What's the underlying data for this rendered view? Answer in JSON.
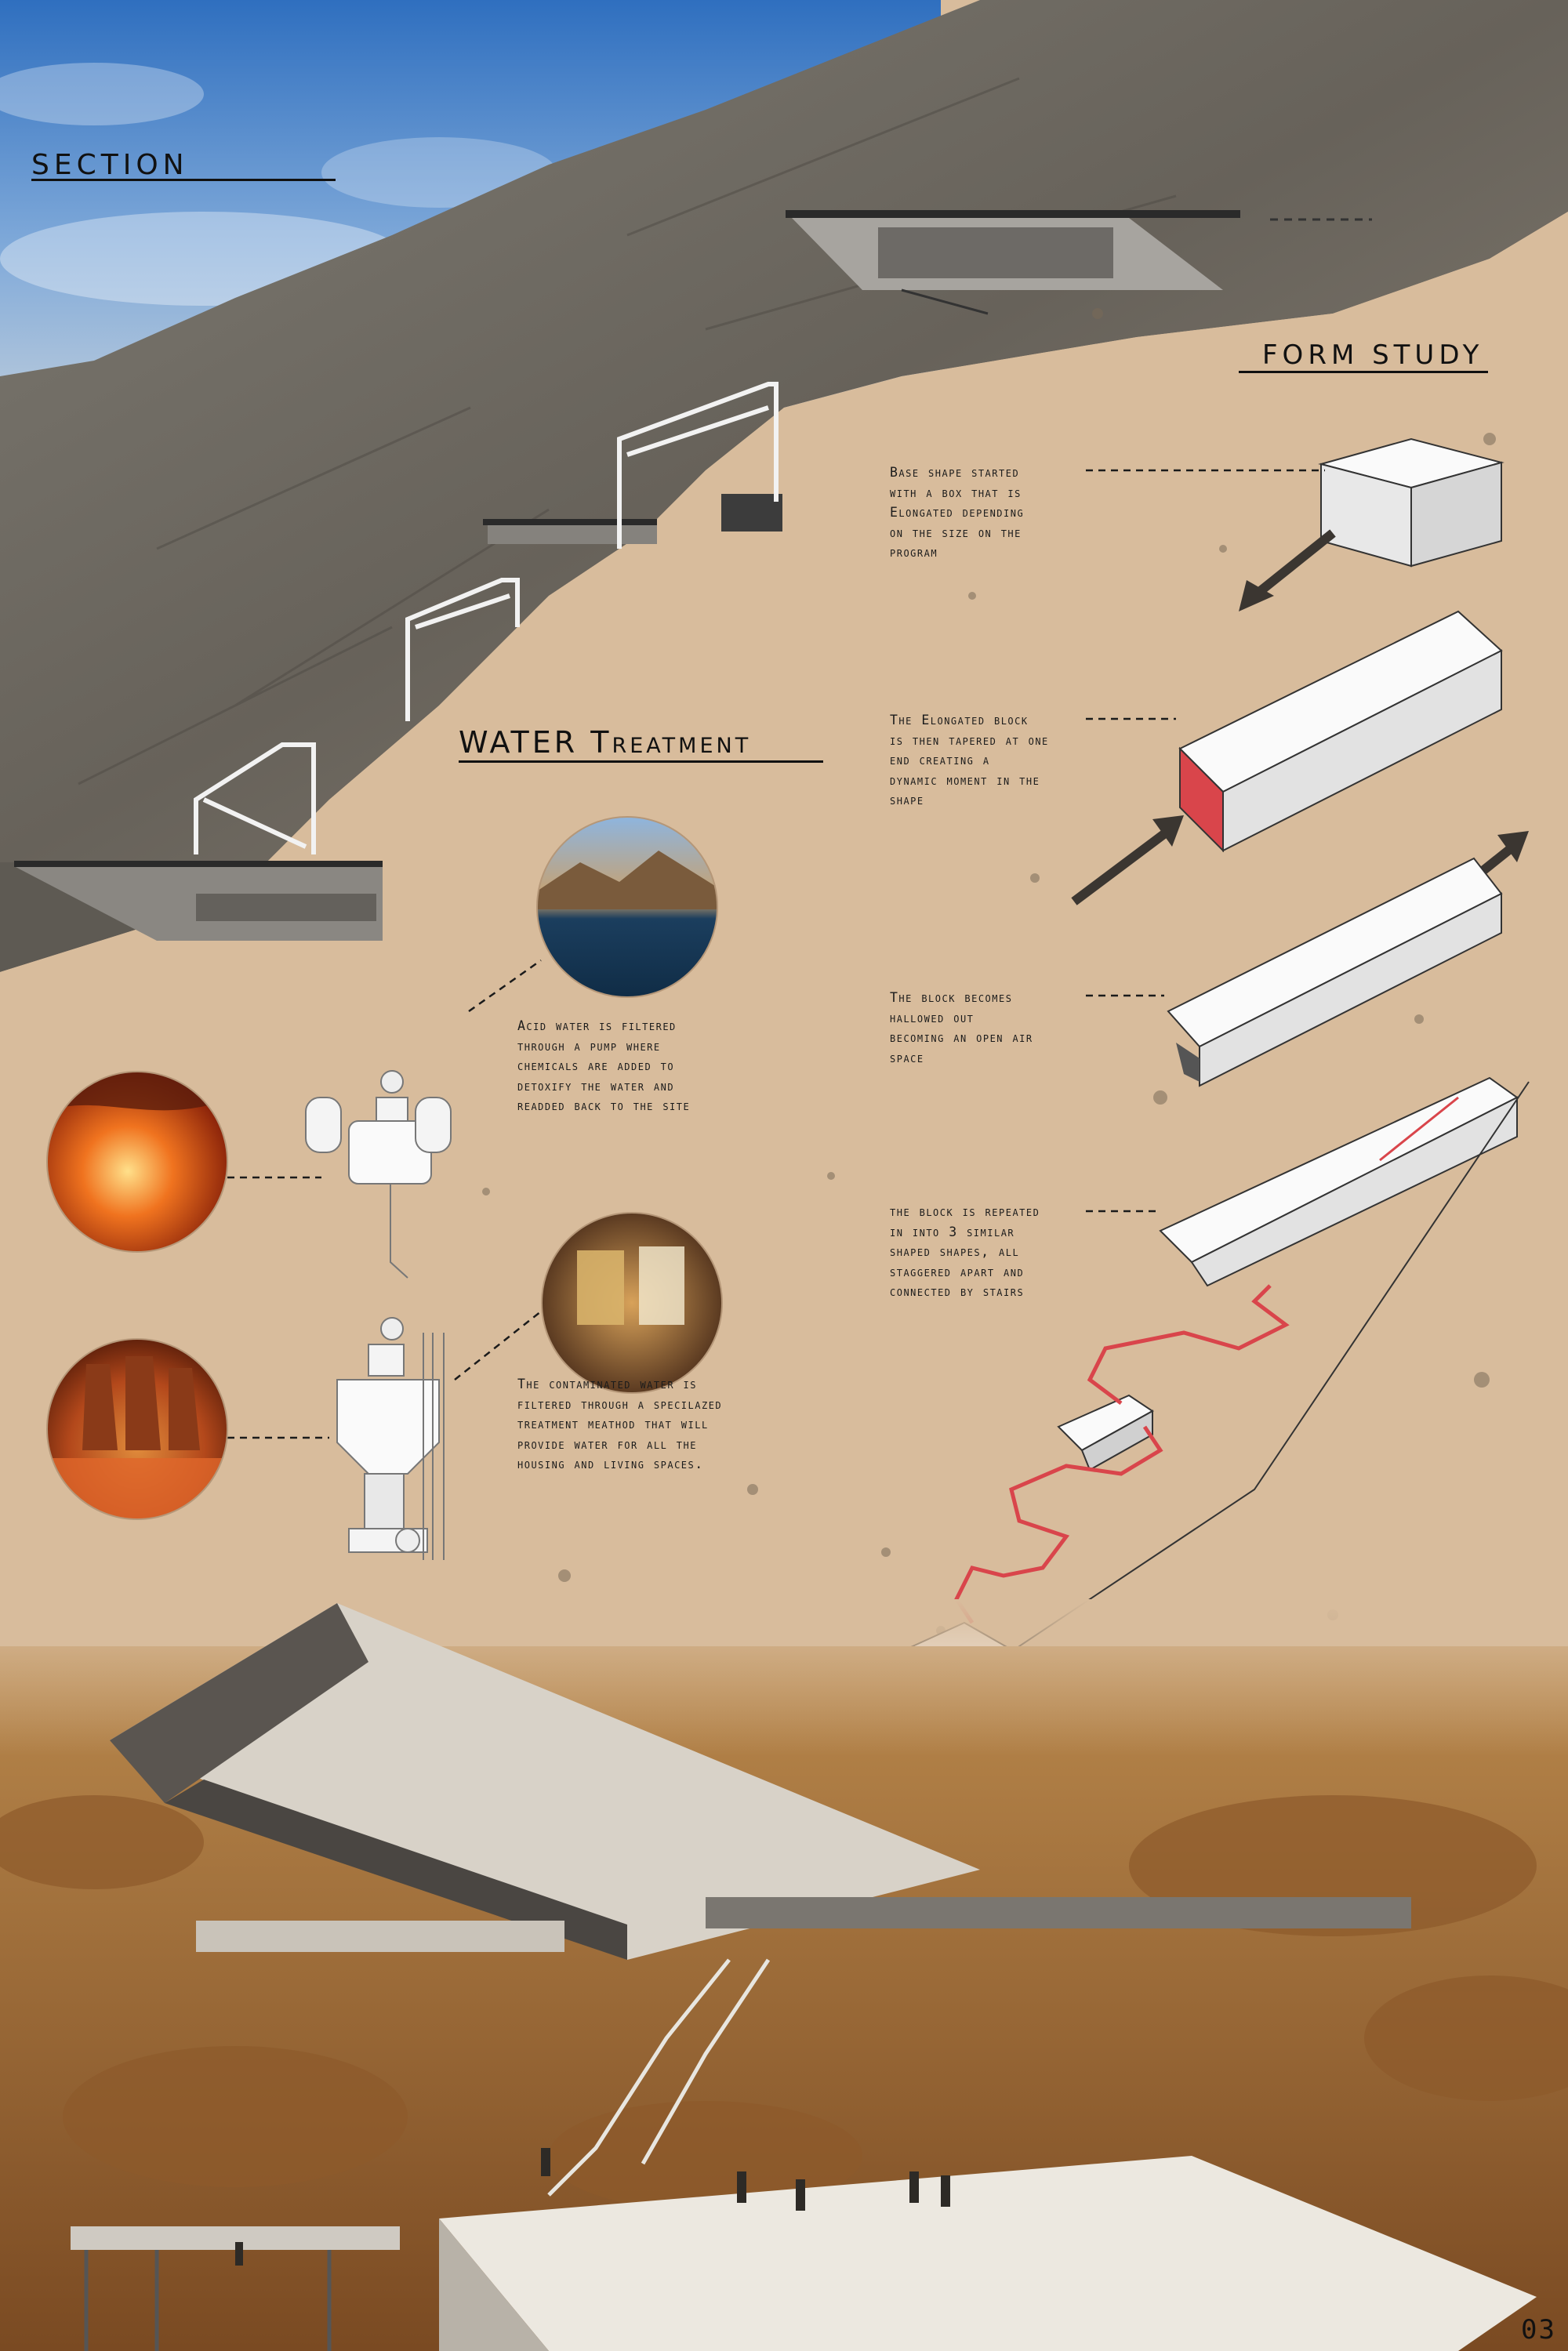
{
  "headings": {
    "section": "SECTION",
    "water_treatment": "WATER Treatment",
    "form_study": "FORM STUDY"
  },
  "notes": {
    "base": "Base  shape started\nwith a box that is\nElongated depending\non the size on the\nprogram",
    "taper": "The Elongated block\nis then tapered at one\nend creating a\ndynamic moment in the\nshape",
    "hollow": "The block becomes\nhallowed out\nbecoming an open air\nspace",
    "repeat": "the block is repeated\nin into 3 similar\nshaped shapes, all\nstaggered apart and\nconnected by stairs",
    "acid": "Acid water is filtered\nthrough a pump where\nchemicals are added to\ndetoxify the water and\nreadded back to the site",
    "contaminated": "The contaminated water is\nfiltered through a specilazed\ntreatment meathod that will\nprovide water for all the\nhousing and living spaces."
  },
  "page_number": "03",
  "colors": {
    "sand": "#d8bc9c",
    "sky": "#3e7fc8",
    "rock": "#6d6860",
    "accent_red": "#d9454b",
    "ink": "#111111"
  }
}
